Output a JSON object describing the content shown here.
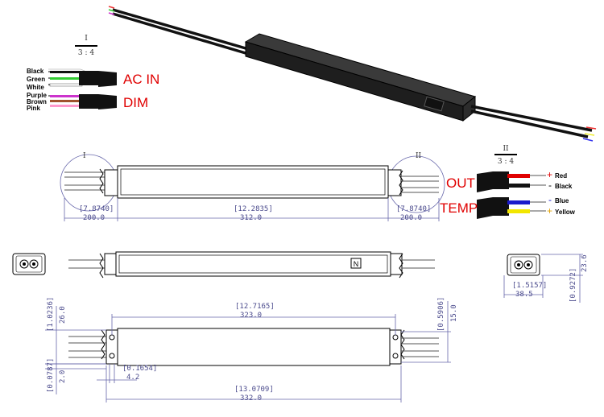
{
  "detail_I": {
    "roman": "I",
    "scale": "3 : 4"
  },
  "detail_II": {
    "roman": "II",
    "scale": "3 : 4"
  },
  "input_wires": {
    "labels": [
      "Black",
      "Green",
      "White",
      "Purple",
      "Brown",
      "Pink"
    ],
    "colors": [
      "#111111",
      "#33cc33",
      "#ffffff",
      "#cc33cc",
      "#a0522d",
      "#ff99cc"
    ]
  },
  "ac_in_label": "AC  IN",
  "dim_label": "DIM",
  "output_wires": {
    "out_label": "OUT",
    "temp_label": "TEMP",
    "red_sign": "+",
    "red_label": "Red",
    "black_sign": "-",
    "black_label": "Black",
    "blue_sign": "-",
    "blue_label": "Blue",
    "yellow_sign": "+",
    "yellow_label": "Yellow",
    "colors": {
      "red": "#e00000",
      "black": "#111111",
      "blue": "#1a1acc",
      "yellow": "#f2e600"
    }
  },
  "front_view": {
    "left_lead_in": "[7.8740]",
    "left_lead_mm": "200.0",
    "body_in": "[12.2835]",
    "body_mm": "312.0",
    "right_lead_in": "[7.8740]",
    "right_lead_mm": "200.0",
    "detail_left": "I",
    "detail_right": "II"
  },
  "end_view_right": {
    "width_in": "[1.5157]",
    "width_mm": "38.5",
    "height_in": "[0.9272]",
    "height_mm": "23.6"
  },
  "top_view": {
    "mount_in": "[12.7165]",
    "mount_mm": "323.0",
    "left_h_in": "[1.0236]",
    "left_h_mm": "26.0",
    "right_h_in": "[0.5906]",
    "right_h_mm": "15.0",
    "hole_in": "[0.1654]",
    "hole_mm": "4.2",
    "thick_in": "[0.0787]",
    "thick_mm": "2.0",
    "total_in": "[13.0709]",
    "total_mm": "332.0"
  },
  "label_badge": "N"
}
